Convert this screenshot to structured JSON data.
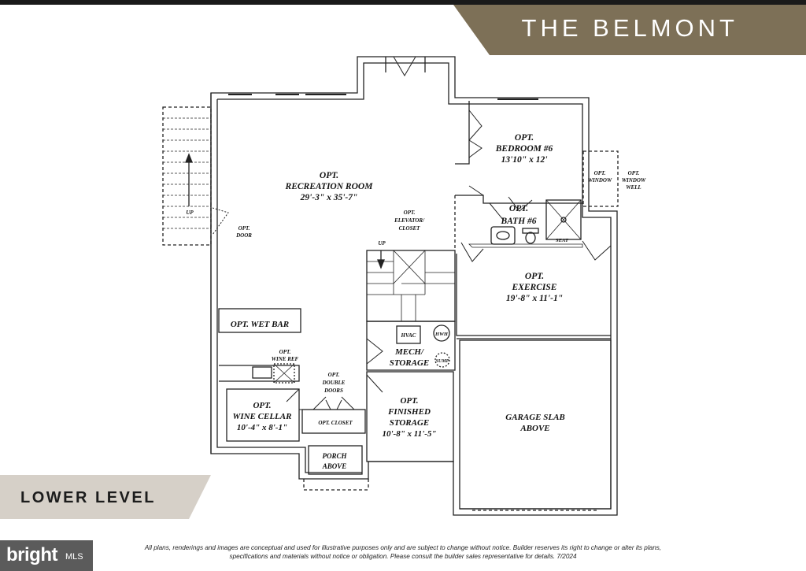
{
  "header": {
    "title": "THE BELMONT"
  },
  "level": {
    "name": "LOWER LEVEL"
  },
  "rooms": {
    "recreation": {
      "line1": "OPT.",
      "line2": "RECREATION ROOM",
      "dims": "29'-3\" x 35'-7\""
    },
    "bedroom": {
      "line1": "OPT.",
      "line2": "BEDROOM #6",
      "dims": "13'10\" x 12'"
    },
    "bath": {
      "line1": "OPT.",
      "line2": "BATH #6"
    },
    "exercise": {
      "line1": "OPT.",
      "line2": "EXERCISE",
      "dims": "19'-8\" x 11'-1\""
    },
    "mech": {
      "line1": "MECH/",
      "line2": "STORAGE"
    },
    "finished_storage": {
      "line1": "OPT.",
      "line2": "FINISHED",
      "line3": "STORAGE",
      "dims": "10'-8\" x 11'-5\""
    },
    "wine_cellar": {
      "line1": "OPT.",
      "line2": "WINE CELLAR",
      "dims": "10'-4\" x 8'-1\""
    },
    "garage": {
      "line1": "GARAGE SLAB",
      "line2": "ABOVE"
    },
    "porch": {
      "line1": "PORCH",
      "line2": "ABOVE"
    }
  },
  "labels": {
    "wet_bar": "OPT. WET BAR",
    "wine_ref_1": "OPT.",
    "wine_ref_2": "WINE REF",
    "double_doors_1": "OPT.",
    "double_doors_2": "DOUBLE",
    "double_doors_3": "DOORS",
    "closet": "OPT. CLOSET",
    "elevator_1": "OPT.",
    "elevator_2": "ELEVATOR/",
    "elevator_3": "CLOSET",
    "door_1": "OPT.",
    "door_2": "DOOR",
    "window_1": "OPT.",
    "window_2": "WINDOW",
    "window_well_1": "OPT.",
    "window_well_2": "WINDOW",
    "window_well_3": "WELL",
    "stair_up_left": "UP",
    "stair_up_center": "UP",
    "hvac": "HVAC",
    "hwh": "HWH",
    "sump": "SUMP",
    "seat": "SEAT"
  },
  "logo": {
    "brand": "bright",
    "suffix": "MLS"
  },
  "disclaimer": {
    "line1": "All plans, renderings and images are conceptual and used for illustrative purposes only and are subject to change without notice. Builder reserves its right to change or alter its plans,",
    "line2": "specifications and materials without notice or obligation. Please consult the builder sales representative for details. 7/2024"
  },
  "colors": {
    "brand_band": "#7d7057",
    "level_band": "#d6d0c8",
    "wall": "#222222"
  }
}
